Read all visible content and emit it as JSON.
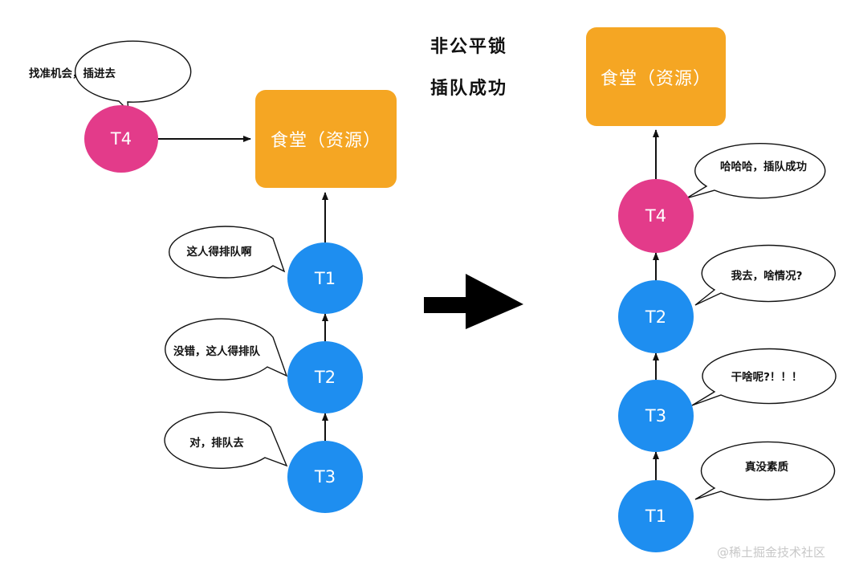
{
  "title": {
    "line1": "非公平锁",
    "line2": "插队成功"
  },
  "left_scene": {
    "resource_label": "食堂（资源）",
    "threads": {
      "t4": "T4",
      "t1": "T1",
      "t2": "T2",
      "t3": "T3"
    },
    "bubbles": {
      "t4": "找准机会，插进去",
      "t1": "这人得排队啊",
      "t2": "没错，这人得排队",
      "t3": "对，排队去"
    }
  },
  "right_scene": {
    "resource_label": "食堂（资源）",
    "threads": {
      "t4": "T4",
      "t2": "T2",
      "t3": "T3",
      "t1": "T1"
    },
    "bubbles": {
      "t4": "哈哈哈，插队成功",
      "t2": "我去，啥情况?",
      "t3": "干啥呢?！！！",
      "t1": "真没素质"
    }
  },
  "watermark": "@稀土掘金技术社区",
  "colors": {
    "resource": "#f5a623",
    "thread_blue": "#1e8ef0",
    "thread_pink": "#e33b8a"
  }
}
